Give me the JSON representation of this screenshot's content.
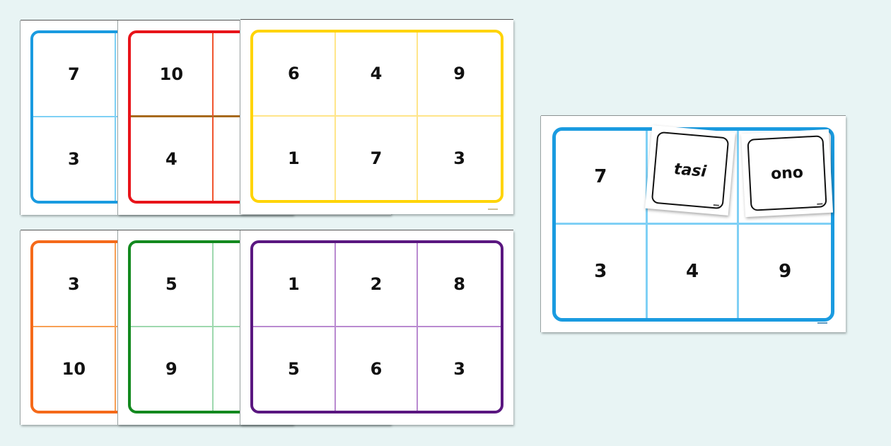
{
  "scene": {
    "background": "#e8f4f4",
    "description": "Bingo-style number boards with word cards"
  },
  "sheets": [
    {
      "id": "blue",
      "row": "top",
      "border": "#1a9be0",
      "line": "#7fd0f5",
      "numbers": [
        "7",
        "",
        "",
        "3",
        "",
        ""
      ]
    },
    {
      "id": "red",
      "row": "top",
      "border": "#e8141a",
      "line": "#f0552e",
      "hline": "#a86a1e",
      "numbers": [
        "10",
        "",
        "",
        "4",
        "",
        ""
      ]
    },
    {
      "id": "yellow",
      "row": "top",
      "border": "#ffd400",
      "line": "#ffe58a",
      "numbers": [
        "6",
        "4",
        "9",
        "1",
        "7",
        "3"
      ]
    },
    {
      "id": "orange",
      "row": "bottom",
      "border": "#f56a1a",
      "line": "#f8a055",
      "numbers": [
        "3",
        "",
        "",
        "10",
        "",
        ""
      ]
    },
    {
      "id": "green",
      "row": "bottom",
      "border": "#13891f",
      "line": "#9ed8ae",
      "numbers": [
        "5",
        "",
        "",
        "9",
        "",
        ""
      ]
    },
    {
      "id": "purple",
      "row": "bottom",
      "border": "#5a1780",
      "line": "#b98ad0",
      "numbers": [
        "1",
        "2",
        "8",
        "5",
        "6",
        "3"
      ]
    }
  ],
  "board": {
    "border": "#1a9be0",
    "line": "#7fd0f5",
    "numbers": [
      "7",
      "",
      "",
      "3",
      "4",
      "9"
    ]
  },
  "cards": [
    {
      "word": "tasi",
      "style": "italic"
    },
    {
      "word": "ono",
      "style": "normal"
    }
  ]
}
